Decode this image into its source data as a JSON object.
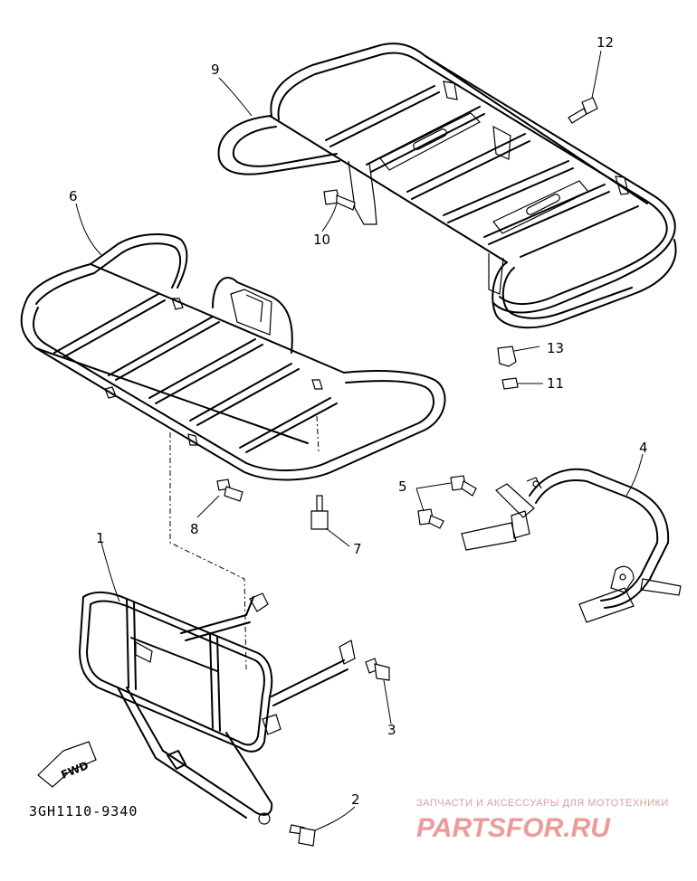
{
  "diagram": {
    "code": "3GH1110-9340",
    "fwd_label": "FWD",
    "callouts": [
      "1",
      "2",
      "3",
      "4",
      "5",
      "6",
      "7",
      "8",
      "9",
      "10",
      "11",
      "12",
      "13"
    ]
  },
  "watermark": {
    "tagline": "ЗАПЧАСТИ И АКСЕССУАРЫ ДЛЯ МОТОТЕХНИКИ",
    "brand": "PARTSFOR.RU"
  }
}
